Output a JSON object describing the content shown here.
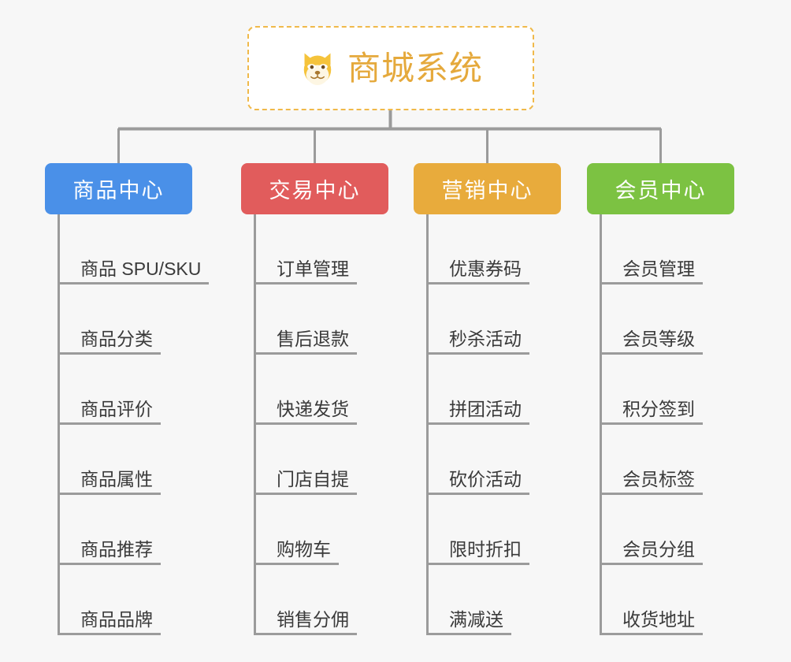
{
  "page": {
    "background_color": "#f7f7f7",
    "diagram_type": "org-chart-mindmap"
  },
  "root": {
    "title": "商城系统",
    "icon": "shiba-dog-face-icon",
    "text_color": "#e5a93c",
    "border_color": "#f0b94a",
    "background_color": "#ffffff"
  },
  "connector": {
    "color": "#9b9b9b"
  },
  "branches": [
    {
      "title": "商品中心",
      "color": "#4a90e8",
      "items": [
        "商品 SPU/SKU",
        "商品分类",
        "商品评价",
        "商品属性",
        "商品推荐",
        "商品品牌"
      ]
    },
    {
      "title": "交易中心",
      "color": "#e15c5c",
      "items": [
        "订单管理",
        "售后退款",
        "快递发货",
        "门店自提",
        "购物车",
        "销售分佣"
      ]
    },
    {
      "title": "营销中心",
      "color": "#e8ab3c",
      "items": [
        "优惠券码",
        "秒杀活动",
        "拼团活动",
        "砍价活动",
        "限时折扣",
        "满减送"
      ]
    },
    {
      "title": "会员中心",
      "color": "#7cc242",
      "items": [
        "会员管理",
        "会员等级",
        "积分签到",
        "会员标签",
        "会员分组",
        "收货地址"
      ]
    }
  ]
}
